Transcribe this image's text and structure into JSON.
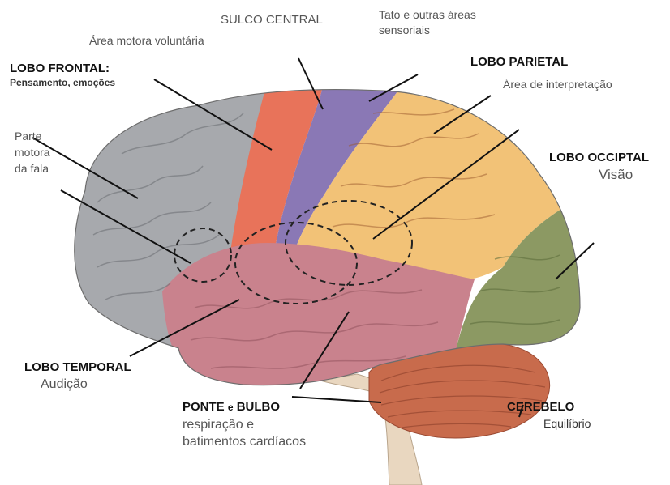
{
  "labels": {
    "sulco_central": "SULCO CENTRAL",
    "tato": "Tato e outras áreas",
    "tato_2": "sensoriais",
    "area_motora": "Área motora voluntária",
    "lobo_frontal": "LOBO FRONTAL:",
    "lobo_frontal_sub": "Pensamento, emoções",
    "lobo_parietal": "LOBO PARIETAL",
    "area_interpretacao": "Área de interpretação",
    "parte_motora_1": "Parte",
    "parte_motora_2": "motora",
    "parte_motora_3": "da fala",
    "lobo_occipital": "LOBO OCCIPTAL",
    "visao": "Visão",
    "lobo_temporal": "LOBO TEMPORAL",
    "audicao": "Audição",
    "ponte_bulbo_a": "PONTE",
    "ponte_bulbo_e": "e",
    "ponte_bulbo_b": "BULBO",
    "respiracao_1": "respiração e",
    "respiracao_2": "batimentos cardíacos",
    "cerebelo": "CEREBELO",
    "equilibrio": "Equilíbrio"
  },
  "colors": {
    "frontal": "#a7a9ad",
    "motor": "#e8735a",
    "sensory": "#8a78b5",
    "parietal": "#f2c277",
    "occipital": "#8c9963",
    "temporal": "#c9828d",
    "cerebellum": "#c86b4c",
    "brainstem": "#e9d7c0"
  }
}
